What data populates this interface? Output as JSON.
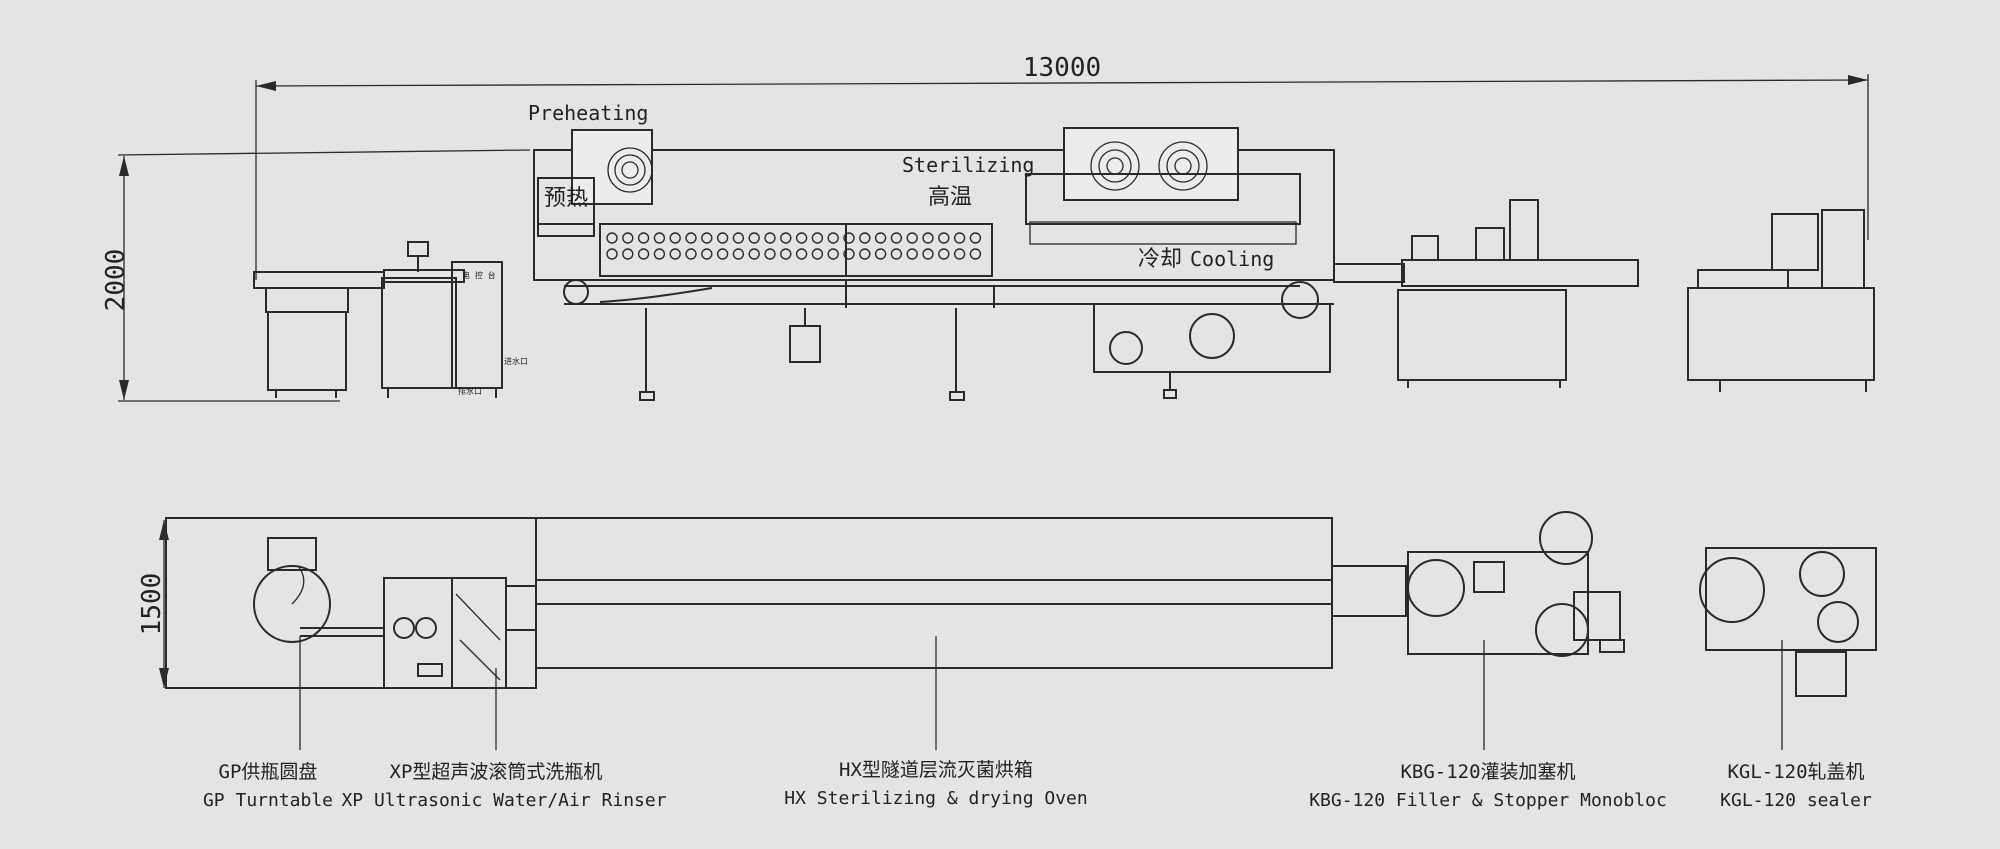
{
  "dimensions": {
    "overall_length": "13000",
    "height": "2000",
    "width": "1500"
  },
  "sections": {
    "preheating_en": "Preheating",
    "preheating_cn": "预热",
    "sterilizing_en": "Sterilizing",
    "sterilizing_cn": "高温",
    "cooling_en": "Cooling",
    "cooling_cn": "冷却"
  },
  "machines": [
    {
      "cn": "GP供瓶圆盘",
      "en": "GP Turntable"
    },
    {
      "cn": "XP型超声波滚筒式洗瓶机",
      "en": "XP Ultrasonic Water/Air Rinser"
    },
    {
      "cn": "HX型隧道层流灭菌烘箱",
      "en": "HX Sterilizing & drying Oven"
    },
    {
      "cn": "KBG-120灌装加塞机",
      "en": "KBG-120 Filler & Stopper Monobloc"
    },
    {
      "cn": "KGL-120轧盖机",
      "en": "KGL-120 sealer"
    }
  ]
}
